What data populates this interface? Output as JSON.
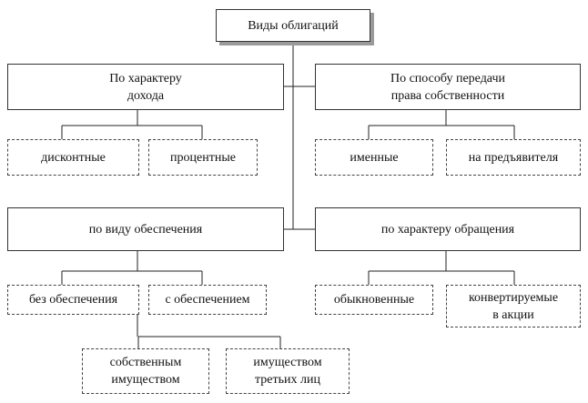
{
  "root": {
    "label": "Виды облигаций"
  },
  "groups": {
    "income": {
      "label": "По характеру\nдохода",
      "children": [
        "дисконтные",
        "процентные"
      ]
    },
    "transfer": {
      "label": "По способу передачи\nправа собственности",
      "children": [
        "именные",
        "на предъявителя"
      ]
    },
    "security": {
      "label": "по виду обеспечения",
      "children": [
        "без обеспечения",
        "с обеспечением"
      ],
      "secured_children": [
        "собственным\nимуществом",
        "имуществом\nтретьих лиц"
      ]
    },
    "circulation": {
      "label": "по характеру обращения",
      "children": [
        "обыкновенные",
        "конвертируемые\nв акции"
      ]
    }
  }
}
